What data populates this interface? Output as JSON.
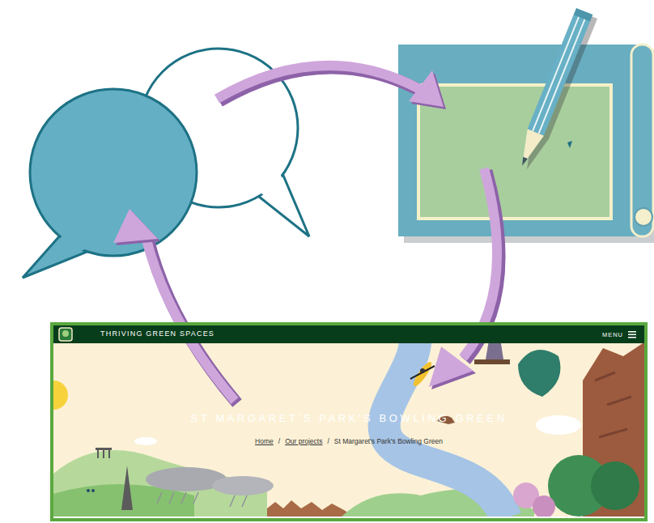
{
  "diagram": {
    "nodes": [
      {
        "text": [
          "ST MARGARET'S PARK'S BOWLING GREEN",
          "Home",
          "/",
          "Our projects",
          "/",
          "St Margaret's Park's Bowling Green"
        ]
      },
      {
        "text": [
          "THRIVING GREEN SPACES",
          "MENU"
        ],
        "in": 0
      }
    ]
  }
}
